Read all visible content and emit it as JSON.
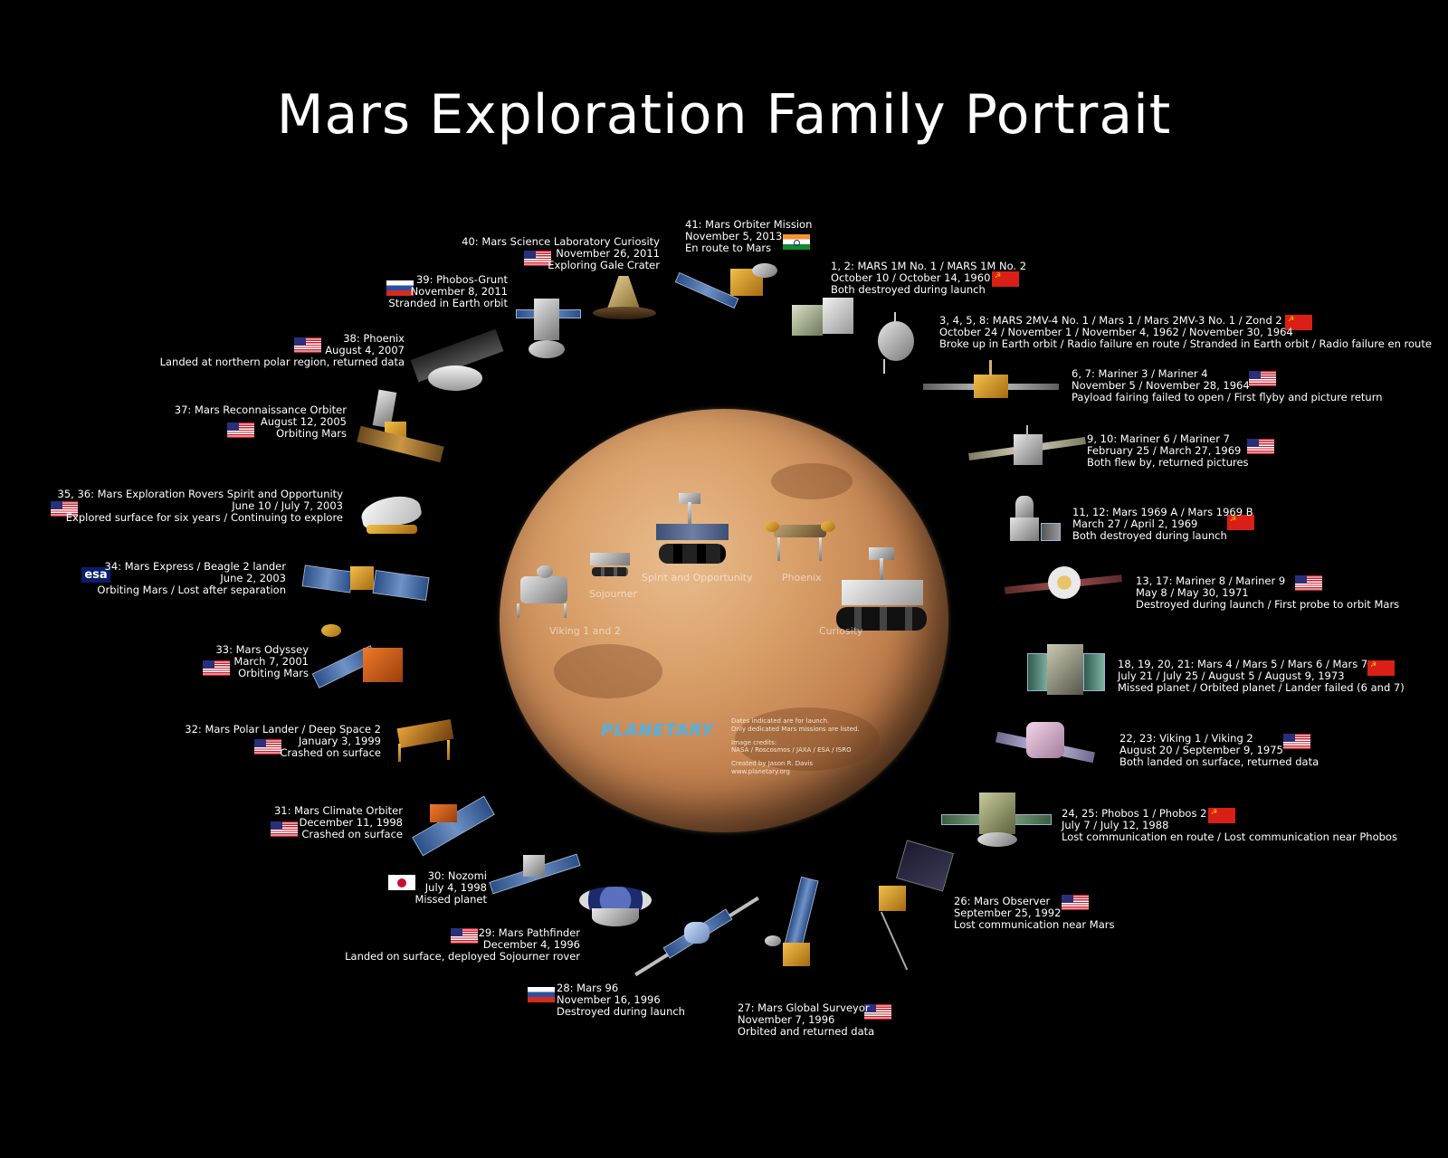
{
  "title": "Mars Exploration Family Portrait",
  "rovers": [
    "Sojourner",
    "Spirit and Opportunity",
    "Phoenix",
    "Viking 1 and 2",
    "Curiosity"
  ],
  "credits": [
    "Dates indicated are for launch.",
    "Only dedicated Mars missions are listed.",
    "",
    "Image credits:",
    "NASA / Roscosmos / JAXA / ESA / ISRO",
    "",
    "Created by Jason R. Davis",
    "www.planetary.org"
  ],
  "logo_text": "PLANETARY",
  "esa_label": "esa",
  "missions": {
    "m41": [
      "41: Mars Orbiter Mission",
      "November 5, 2013",
      "En route to Mars"
    ],
    "m40": [
      "40: Mars Science Laboratory Curiosity",
      "November 26, 2011",
      "Exploring Gale Crater"
    ],
    "m39": [
      "39: Phobos-Grunt",
      "November 8, 2011",
      "Stranded in Earth orbit"
    ],
    "m38": [
      "38: Phoenix",
      "August 4, 2007",
      "Landed at northern polar region, returned data"
    ],
    "m37": [
      "37: Mars Reconnaissance Orbiter",
      "August 12, 2005",
      "Orbiting Mars"
    ],
    "m35": [
      "35, 36: Mars Exploration Rovers Spirit and Opportunity",
      "June 10 / July 7, 2003",
      "Explored surface for six years / Continuing to explore"
    ],
    "m34": [
      "34: Mars Express / Beagle 2 lander",
      "June 2, 2003",
      "Orbiting Mars / Lost after separation"
    ],
    "m33": [
      "33: Mars Odyssey",
      "March 7, 2001",
      "Orbiting Mars"
    ],
    "m32": [
      "32: Mars Polar Lander / Deep Space 2",
      "January 3, 1999",
      "Crashed on surface"
    ],
    "m31": [
      "31: Mars Climate Orbiter",
      "December 11, 1998",
      "Crashed on surface"
    ],
    "m30": [
      "30: Nozomi",
      "July 4, 1998",
      "Missed planet"
    ],
    "m29": [
      "29: Mars Pathfinder",
      "December 4, 1996",
      "Landed on surface, deployed Sojourner rover"
    ],
    "m28": [
      "28: Mars 96",
      "November 16, 1996",
      "Destroyed during launch"
    ],
    "m27": [
      "27: Mars Global Surveyor",
      "November 7, 1996",
      "Orbited and returned data"
    ],
    "m26": [
      "26: Mars Observer",
      "September 25, 1992",
      "Lost communication near Mars"
    ],
    "m24": [
      "24, 25: Phobos 1 / Phobos 2",
      "July 7 / July 12, 1988",
      "Lost communication en route / Lost communication near Phobos"
    ],
    "m22": [
      "22, 23: Viking 1 / Viking 2",
      "August 20 / September 9, 1975",
      "Both landed on surface, returned data"
    ],
    "m18": [
      "18, 19, 20, 21: Mars 4 / Mars 5 / Mars 6 / Mars 7",
      "July 21 / July 25 / August 5 / August 9, 1973",
      "Missed planet / Orbited planet / Lander failed (6 and 7)"
    ],
    "m13": [
      "13, 17: Mariner 8 / Mariner 9",
      "May 8 / May 30, 1971",
      "Destroyed during launch / First probe to orbit Mars"
    ],
    "m11": [
      "11, 12: Mars 1969 A / Mars 1969 B",
      "March 27 / April 2, 1969",
      "Both destroyed during launch"
    ],
    "m9": [
      "9, 10: Mariner 6 / Mariner 7",
      "February 25 / March 27, 1969",
      "Both flew by, returned pictures"
    ],
    "m6": [
      "6, 7: Mariner 3 / Mariner 4",
      "November 5 / November 28, 1964",
      "Payload fairing failed to open / First flyby and picture return"
    ],
    "m3": [
      "3, 4, 5, 8: MARS 2MV-4 No. 1 / Mars 1 / Mars 2MV-3 No. 1 / Zond 2",
      "October 24 / November 1 / November 4, 1962 / November 30, 1964",
      "Broke up in Earth orbit / Radio failure en route / Stranded in Earth orbit / Radio failure en route"
    ],
    "m1": [
      "1, 2: MARS 1M No. 1 / MARS 1M No. 2",
      "October 10 / October 14, 1960",
      "Both destroyed during launch"
    ]
  }
}
